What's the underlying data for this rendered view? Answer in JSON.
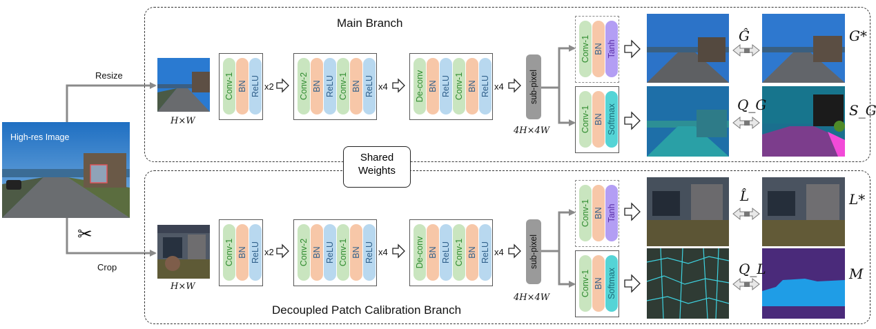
{
  "source_image": {
    "title": "High-res Image"
  },
  "labels": {
    "resize": "Resize",
    "crop": "Crop",
    "main_branch": "Main Branch",
    "calibration_branch": "Decoupled Patch Calibration Branch",
    "shared_weights_line1": "Shared",
    "shared_weights_line2": "Weights",
    "input_size": "H×W",
    "output_size": "4H×4W"
  },
  "pipeline": {
    "block1": [
      "Conv-1",
      "BN",
      "ReLU"
    ],
    "block1_repeat": "x2",
    "block2": [
      "Conv-2",
      "BN",
      "ReLU",
      "Conv-1",
      "BN",
      "ReLU"
    ],
    "block2_repeat": "x4",
    "block3": [
      "De-conv",
      "BN",
      "ReLU",
      "Conv-1",
      "BN",
      "ReLU"
    ],
    "block3_repeat": "x4",
    "upsample": "sub-pixel",
    "head_image": [
      "Conv-1",
      "BN",
      "Tanh"
    ],
    "head_seg": [
      "Conv-1",
      "BN",
      "Softmax"
    ]
  },
  "outputs": {
    "main_pred_image": "Ĝ",
    "main_gt_image": "G*",
    "main_pred_seg": "Q_G",
    "main_gt_seg": "S_G",
    "patch_pred_image": "L̂",
    "patch_gt_image": "L*",
    "patch_pred_seg": "Q_L",
    "patch_gt_mask": "M"
  },
  "icons": {
    "crop": "scissors-icon"
  },
  "colors": {
    "conv": "#c9e5bf",
    "bn": "#f7c7a8",
    "relu": "#b8d8ef",
    "tanh": "#b39ef4",
    "softmax": "#55d4d6",
    "subpixel": "#9a9a9a"
  }
}
